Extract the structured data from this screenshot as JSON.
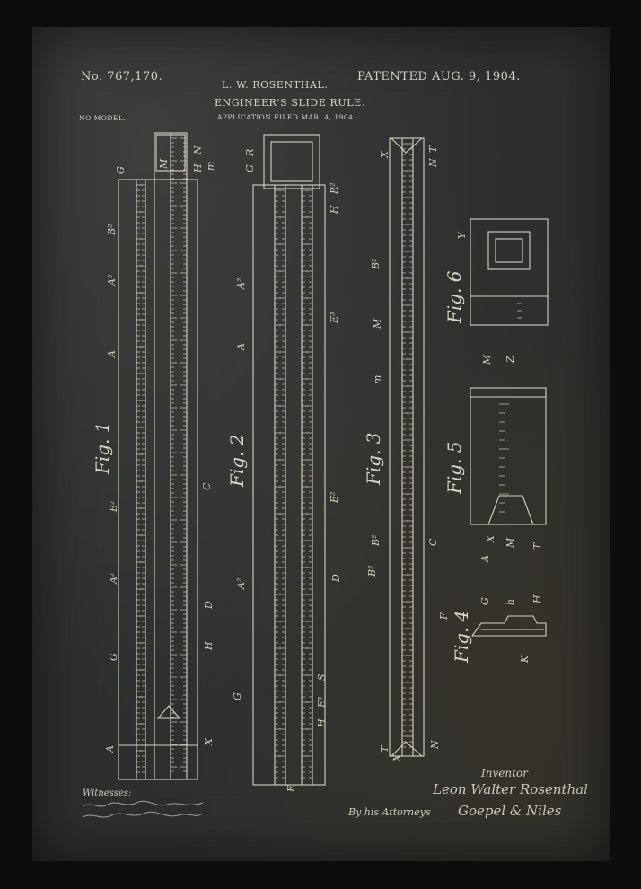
{
  "header": {
    "patent_number": "No. 767,170.",
    "inventor_name": "L. W. ROSENTHAL.",
    "patent_date": "PATENTED AUG. 9, 1904.",
    "title": "ENGINEER'S SLIDE RULE.",
    "application": "APPLICATION FILED MAR. 4, 1904.",
    "model": "NO MODEL."
  },
  "figures": [
    "Fig. 1",
    "Fig. 2",
    "Fig. 3",
    "Fig. 4",
    "Fig. 5",
    "Fig. 6"
  ],
  "footer": {
    "witnesses_label": "Witnesses:",
    "inventor_label": "Inventor",
    "inventor_signature": "Leon Walter Rosenthal",
    "attorneys_label": "By his Attorneys",
    "attorneys_signature": "Goepel & Niles"
  },
  "letters": {
    "fig1": [
      "G",
      "M",
      "H",
      "N",
      "m",
      "B²",
      "A²",
      "A",
      "C",
      "B²",
      "A²",
      "G",
      "D",
      "H",
      "A",
      "X"
    ],
    "fig2": [
      "G",
      "R",
      "H",
      "R²",
      "A²",
      "A",
      "E³",
      "E²",
      "D",
      "A²",
      "G",
      "H",
      "E³",
      "S",
      "E"
    ],
    "fig3": [
      "X",
      "N",
      "T",
      "B²",
      "M",
      "m",
      "C",
      "B²",
      "B²",
      "F",
      "T",
      "X",
      "N"
    ],
    "fig6": [
      "Y",
      "M",
      "Z"
    ],
    "fig5": [
      "X",
      "A",
      "M",
      "T"
    ],
    "fig4": [
      "G",
      "h",
      "H",
      "K"
    ]
  }
}
